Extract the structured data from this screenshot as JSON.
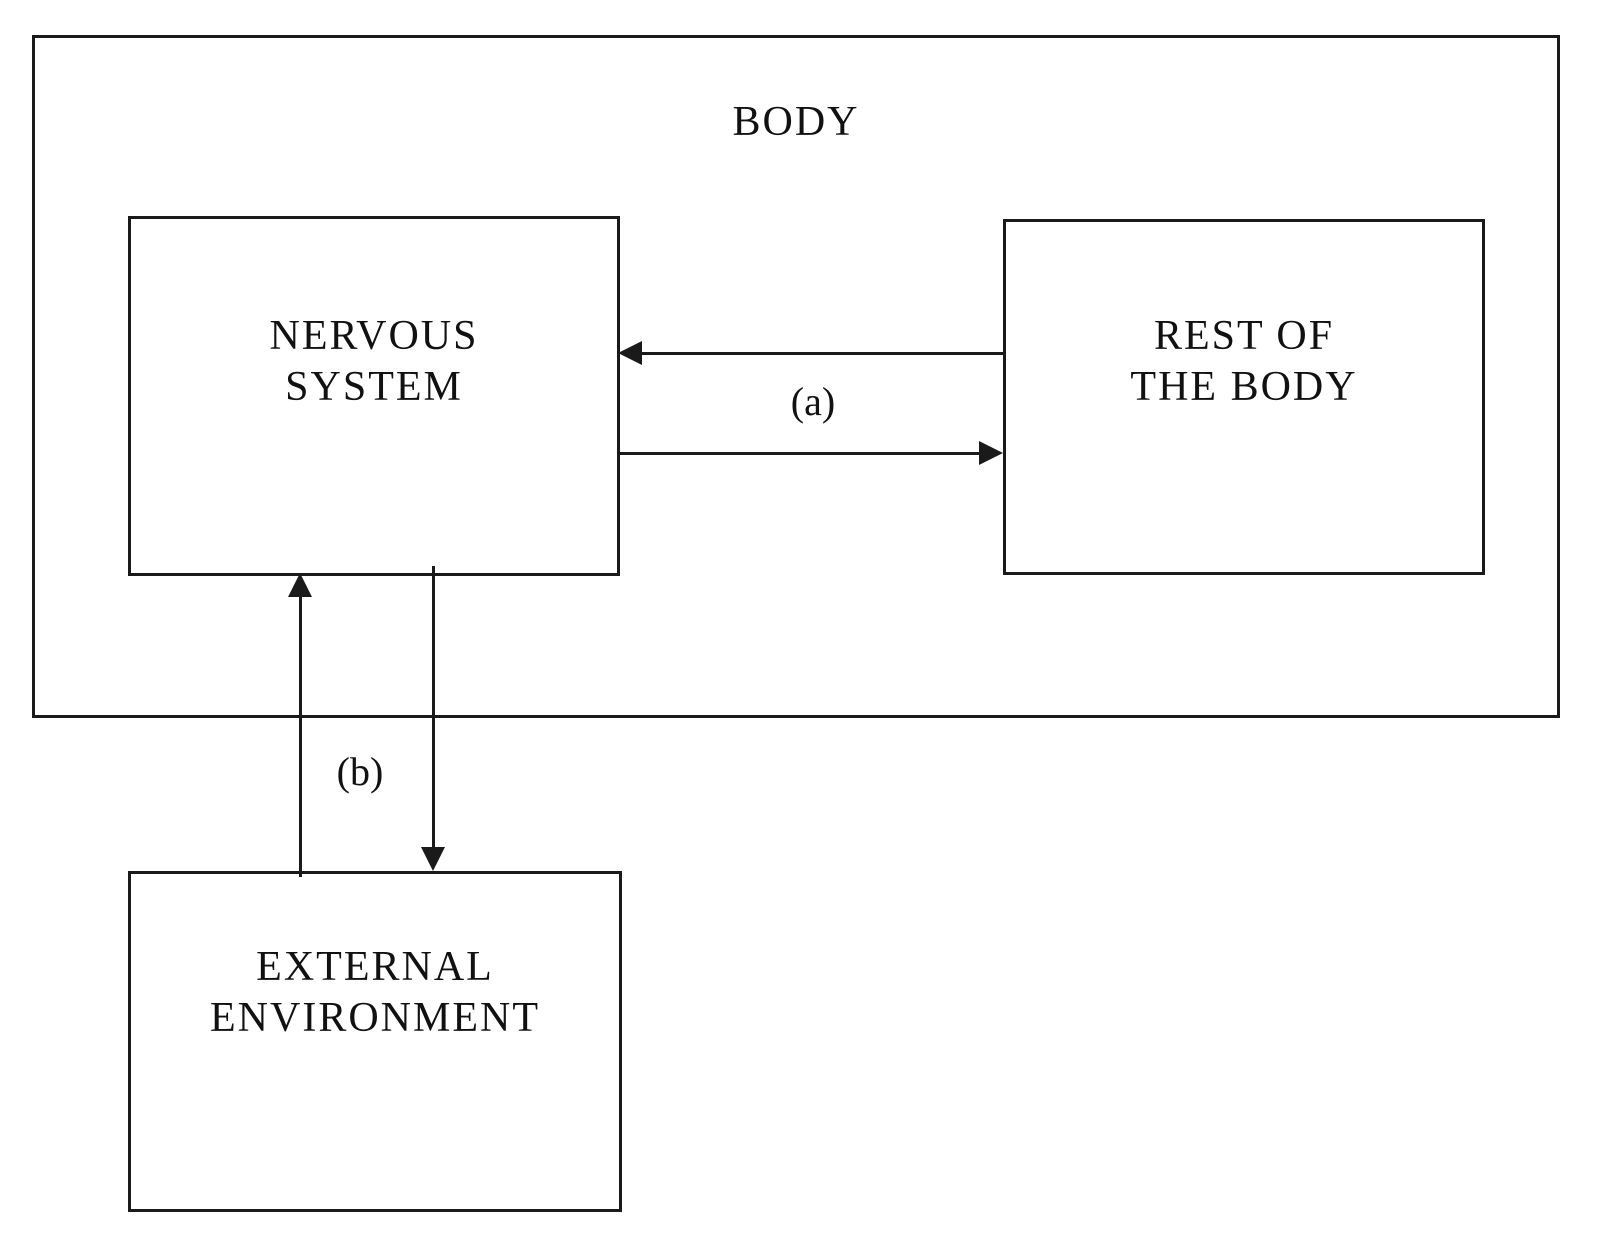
{
  "diagram": {
    "title": "BODY",
    "containers": {
      "body": {
        "label": "BODY"
      }
    },
    "nodes": [
      {
        "id": "nervous-system",
        "label": "NERVOUS\nSYSTEM"
      },
      {
        "id": "rest-of-the-body",
        "label": "REST OF\nTHE BODY"
      },
      {
        "id": "external-environment",
        "label": "EXTERNAL\nENVIRONMENT"
      }
    ],
    "edge_labels": {
      "a": "(a)",
      "b": "(b)"
    },
    "edges": [
      {
        "id": "rest-to-nervous",
        "from": "rest-of-the-body",
        "to": "nervous-system",
        "label": "(a)",
        "direction": "left"
      },
      {
        "id": "nervous-to-rest",
        "from": "nervous-system",
        "to": "rest-of-the-body",
        "label": "(a)",
        "direction": "right"
      },
      {
        "id": "env-to-nervous",
        "from": "external-environment",
        "to": "nervous-system",
        "label": "(b)",
        "direction": "up"
      },
      {
        "id": "nervous-to-env",
        "from": "nervous-system",
        "to": "external-environment",
        "label": "(b)",
        "direction": "down"
      }
    ],
    "colors": {
      "stroke": "#1a1a1a",
      "text": "#111111",
      "background": "#ffffff"
    }
  }
}
